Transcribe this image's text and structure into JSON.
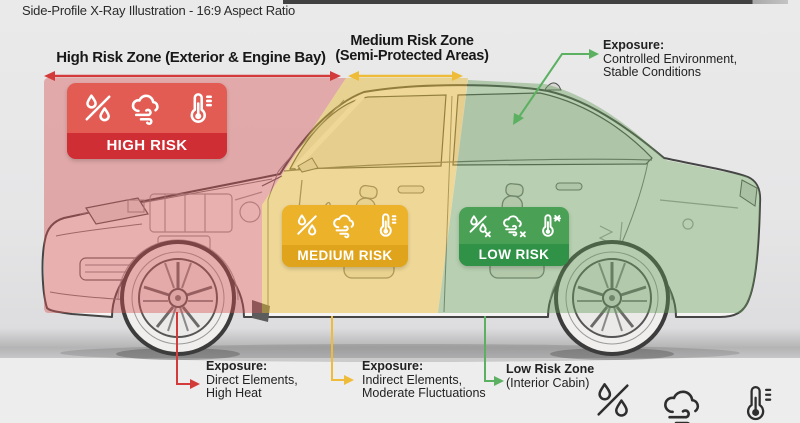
{
  "header": {
    "title": "Side-Profile X-Ray Illustration - 16:9 Aspect Ratio"
  },
  "zones": {
    "high": {
      "header": "High Risk Zone (Exterior & Engine Bay)",
      "badge": "HIGH RISK",
      "color": "#d33b3b",
      "exposure": {
        "title": "Exposure:",
        "line1": "Direct Elements,",
        "line2": "High Heat"
      }
    },
    "medium": {
      "header_line1": "Medium Risk Zone",
      "header_line2": "(Semi-Protected Areas)",
      "badge": "MEDIUM RISK",
      "color": "#eebc38",
      "exposure": {
        "title": "Exposure:",
        "line1": "Indirect Elements,",
        "line2": "Moderate Fluctuations"
      }
    },
    "low": {
      "badge": "LOW RISK",
      "color": "#4fa55a",
      "cabin_exposure": {
        "title": "Exposure:",
        "line1": "Controlled Environment,",
        "line2": "Stable Conditions"
      },
      "zone_note": {
        "title": "Low Risk Zone",
        "line1": "(Interior Cabin)"
      }
    }
  },
  "badge_icons": [
    "humidity-icon",
    "wind-icon",
    "temperature-icon"
  ],
  "legend": {
    "icons": [
      "humidity-icon",
      "wind-icon",
      "temperature-icon"
    ]
  }
}
